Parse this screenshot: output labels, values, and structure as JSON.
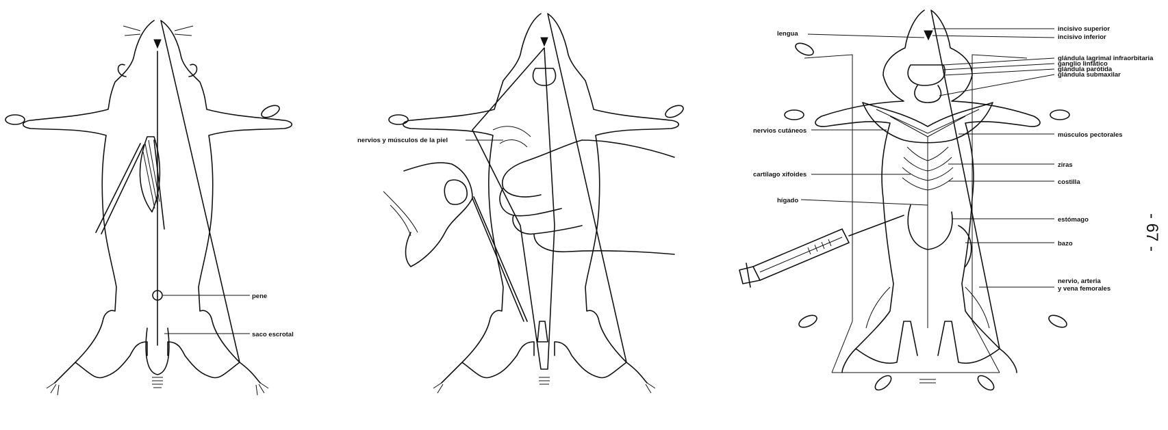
{
  "page_number": "- 67 -",
  "figure1": {
    "labels": {
      "pene": "pene",
      "saco_escrotal": "saco escrotal"
    }
  },
  "figure2": {
    "labels": {
      "nervios_musculos_piel": "nervios y músculos de la piel"
    }
  },
  "figure3": {
    "labels": {
      "lengua": "lengua",
      "incisivo_superior": "incisivo superior",
      "incisivo_inferior": "incisivo inferior",
      "glandula_lagrimal": "glándula lagrimal infraorbitaria",
      "ganglio_linfatico": "ganglio linfático",
      "glandula_parotida": "glándula parótida",
      "glandula_submaxilar": "glándula submaxilar",
      "nervios_cutaneos": "nervios cutáneos",
      "musculos_pectorales": "músculos pectorales",
      "cartilago_xifoides": "cartílago xifoides",
      "ziras": "ziras",
      "costilla": "costilla",
      "higado": "hígado",
      "estomago": "estómago",
      "bazo": "bazo",
      "nervio_arteria_line1": "nervio, arteria",
      "nervio_arteria_line2": "y vena femorales"
    }
  }
}
